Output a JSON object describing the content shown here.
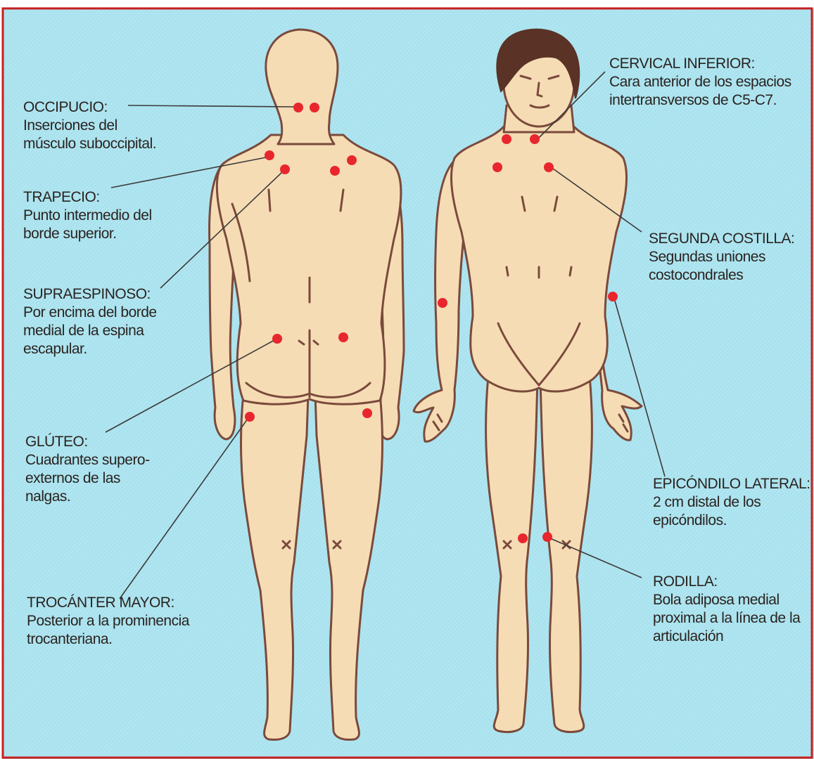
{
  "colors": {
    "frame": "#c81e1e",
    "background": "#a9e2ee",
    "skin": "#f6dcb4",
    "outline": "#7a4a3c",
    "hair": "#5a3326",
    "tender_point": "#e8262e",
    "leader_line": "#3b3a3a",
    "text": "#2a2320"
  },
  "labels": {
    "occipucio": {
      "head": "OCCIPUCIO:",
      "desc": "Inserciones del\nmúsculo suboccipital."
    },
    "trapecio": {
      "head": "TRAPECIO:",
      "desc": "Punto intermedio del\nborde superior."
    },
    "supraespinoso": {
      "head": "SUPRAESPINOSO:",
      "desc": "Por encima del borde\nmedial de la espina\nescapular."
    },
    "gluteo": {
      "head": "GLÚTEO:",
      "desc": "Cuadrantes supero-\nexternos de las\nnalgas."
    },
    "trocanter": {
      "head": "TROCÁNTER MAYOR:",
      "desc": "Posterior a la prominencia\ntrocanteriana."
    },
    "cervical": {
      "head": "CERVICAL INFERIOR:",
      "desc": "Cara anterior de los espacios\nintertransversos de C5-C7."
    },
    "costilla": {
      "head": "SEGUNDA COSTILLA:",
      "desc": "Segundas uniones\ncostocondrales"
    },
    "epicondilo": {
      "head": "EPICÓNDILO LATERAL:",
      "desc": "2 cm distal de los\nepicóndilos."
    },
    "rodilla": {
      "head": "RODILLA:",
      "desc": "Bola adiposa medial\nproximal a la línea de la\narticulación"
    }
  }
}
